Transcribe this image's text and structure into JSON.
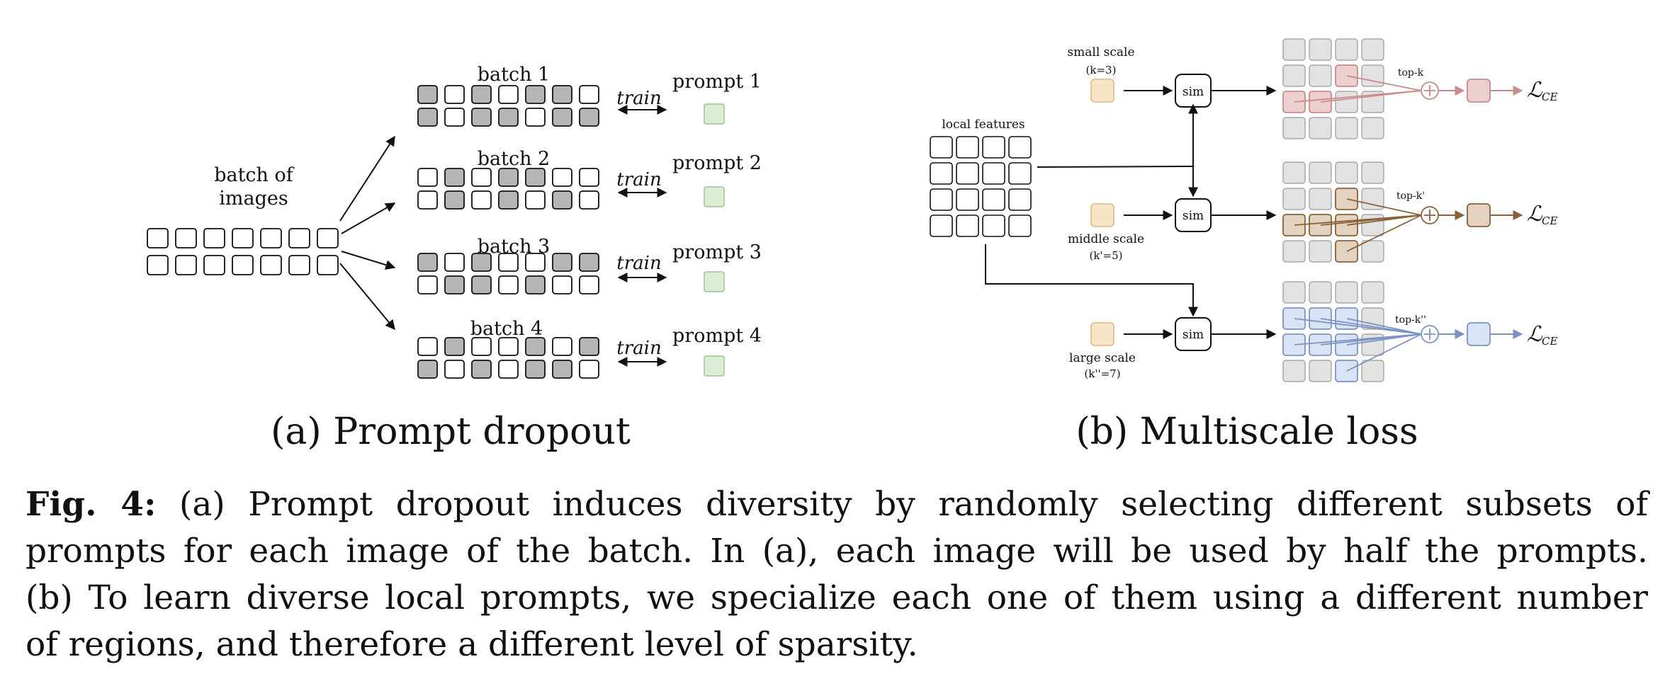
{
  "panel_a": {
    "source_label": [
      "batch of",
      "images"
    ],
    "batches": [
      {
        "label": "batch 1",
        "arrow_label": "train",
        "prompt_label": "prompt 1",
        "pattern": [
          [
            1,
            0,
            1,
            0,
            1,
            1,
            0
          ],
          [
            1,
            0,
            1,
            1,
            0,
            1,
            1
          ]
        ]
      },
      {
        "label": "batch 2",
        "arrow_label": "train",
        "prompt_label": "prompt 2",
        "pattern": [
          [
            0,
            1,
            0,
            1,
            1,
            0,
            0
          ],
          [
            0,
            1,
            0,
            1,
            0,
            1,
            0
          ]
        ]
      },
      {
        "label": "batch 3",
        "arrow_label": "train",
        "prompt_label": "prompt 3",
        "pattern": [
          [
            1,
            0,
            1,
            0,
            0,
            1,
            1
          ],
          [
            0,
            1,
            1,
            0,
            1,
            0,
            0
          ]
        ]
      },
      {
        "label": "batch 4",
        "arrow_label": "train",
        "prompt_label": "prompt 4",
        "pattern": [
          [
            0,
            1,
            0,
            0,
            1,
            0,
            1
          ],
          [
            1,
            0,
            1,
            0,
            1,
            1,
            0
          ]
        ]
      }
    ],
    "subcaption": "(a) Prompt dropout"
  },
  "panel_b": {
    "local_features_label": "local features",
    "sim_label": "sim",
    "loss_label": "CE",
    "scales": [
      {
        "label": "small scale",
        "param": "(k=3)",
        "topk": "top-k",
        "color": "#c98a8a",
        "fill": "#ecd0d0",
        "prompt_fill": "#f7e3c8",
        "prompt_stroke": "#e0b680",
        "highlight": [
          [
            1,
            2
          ],
          [
            2,
            0
          ],
          [
            2,
            1
          ]
        ]
      },
      {
        "label": "middle scale",
        "param": "(k'=5)",
        "topk": "top-k'",
        "color": "#8a6038",
        "fill": "#e3d2bf",
        "prompt_fill": "#f7e3c8",
        "prompt_stroke": "#e0b680",
        "highlight": [
          [
            1,
            2
          ],
          [
            2,
            0
          ],
          [
            2,
            1
          ],
          [
            2,
            2
          ],
          [
            3,
            2
          ]
        ]
      },
      {
        "label": "large scale",
        "param": "(k''=7)",
        "topk": "top-k''",
        "color": "#7c93c2",
        "fill": "#d9e3f6",
        "prompt_fill": "#f7e3c8",
        "prompt_stroke": "#e0b680",
        "highlight": [
          [
            1,
            0
          ],
          [
            1,
            1
          ],
          [
            1,
            2
          ],
          [
            2,
            0
          ],
          [
            2,
            1
          ],
          [
            2,
            2
          ],
          [
            3,
            2
          ]
        ]
      }
    ],
    "subcaption": "(b) Multiscale loss"
  },
  "colors": {
    "gray_cell": "#b5b5b5",
    "light_cell": "#e2e2e2",
    "prompt_green": "#dbeed5",
    "prompt_green_stroke": "#9cc591"
  },
  "caption": {
    "label": "Fig. 4:",
    "lines": [
      "(a) Prompt dropout induces diversity by randomly selecting different subsets of",
      "prompts for each image of the batch. In (a), each image will be used by half the prompts.",
      "(b) To learn diverse local prompts, we specialize each one of them using a different number",
      "of regions, and therefore a different level of sparsity."
    ]
  }
}
